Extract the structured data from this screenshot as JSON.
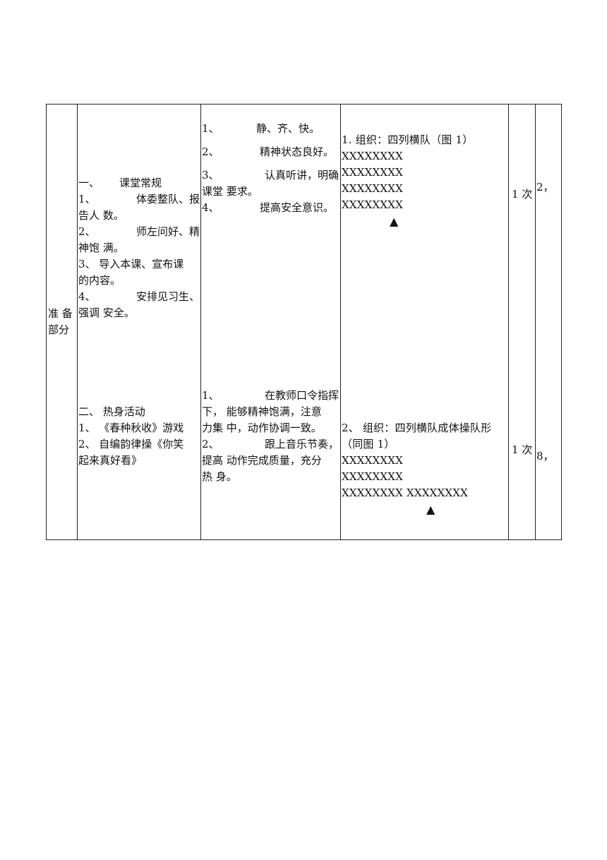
{
  "section": {
    "label_line1": "准 备",
    "label_line2": "部分"
  },
  "row1": {
    "content": {
      "title": [
        "一、",
        "课堂常规"
      ],
      "items": [
        {
          "a": [
            "1、",
            "体委整队、报"
          ],
          "b": "告人 数。"
        },
        {
          "a": [
            "2、",
            "师左问好、精"
          ],
          "b": "神饱 满。"
        },
        {
          "a": [
            "3、 导入本课、宣布课"
          ],
          "b": "的内容。"
        },
        {
          "a": [
            "4、",
            "安排见习生、"
          ],
          "b": "强调 安全。"
        }
      ]
    },
    "requirements": [
      {
        "a": [
          "1、",
          "静、齐、快。"
        ]
      },
      {
        "a": [
          "2、",
          "精神状态良好。"
        ]
      },
      {
        "a": [
          "3、",
          "认真听讲，明确"
        ],
        "b": "课堂 要求。"
      },
      {
        "a": [
          "4、",
          "提高安全意识。"
        ]
      }
    ],
    "organization": {
      "title": "1. 组织：四列横队（图 1）",
      "rows": [
        "XXXXXXXX",
        "XXXXXXXX",
        "XXXXXXXX",
        "XXXXXXXX"
      ],
      "teacher_mark": "▲"
    },
    "times": "1 次",
    "duration": "2，"
  },
  "row2": {
    "content": {
      "title": "二、 热身活动",
      "items": [
        {
          "a": "1、 《春种秋收》游戏"
        },
        {
          "a": "2、 自编韵律操《你笑",
          "b": "起来真好看》"
        }
      ]
    },
    "requirements": [
      {
        "a": [
          "1、",
          "在教师口令指挥"
        ],
        "b": "下， 能够精神饱满，注意",
        "c": "力集 中，动作协调一致。"
      },
      {
        "a": [
          "2、",
          "跟上音乐节奏，"
        ],
        "b": "提高 动作完成质量，充分",
        "c": "热 身。"
      }
    ],
    "organization": {
      "title": "2、 组织：四列横队成体操队形",
      "title2": "（同图 1）",
      "rows": [
        "XXXXXXXX",
        "XXXXXXXX",
        "XXXXXXXX XXXXXXXX"
      ],
      "teacher_mark": "▲"
    },
    "times": "1 次",
    "duration": "8，"
  }
}
